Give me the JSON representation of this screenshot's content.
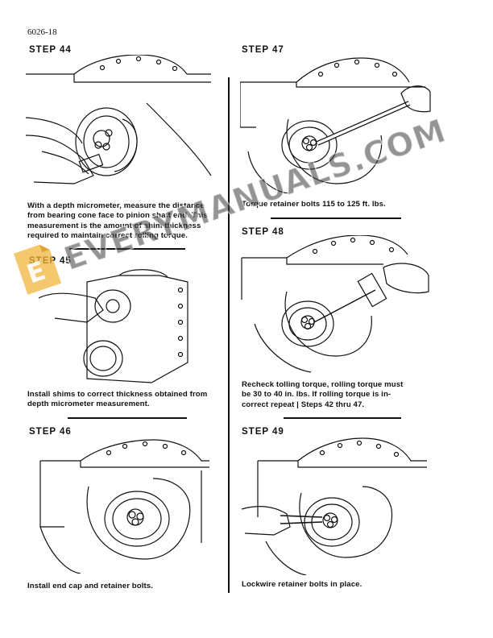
{
  "page_number": "6026-18",
  "steps": [
    {
      "title": "STEP 44",
      "caption": [
        "With a depth micrometer, measure the distance",
        "from bearing cone face to pinion shaft end. This",
        "measurement is the amount of shim thickness",
        "required to maintain correct rolling torque."
      ]
    },
    {
      "title": "STEP 45",
      "caption": [
        "Install shims to correct thickness obtained from",
        "depth micrometer measurement."
      ]
    },
    {
      "title": "STEP 46",
      "caption": [
        "Install end cap and retainer bolts."
      ]
    },
    {
      "title": "STEP 47",
      "caption": [
        "Torque retainer bolts 115 to 125 ft. lbs."
      ]
    },
    {
      "title": "STEP 48",
      "caption": [
        "Recheck tolling torque, rolling torque must",
        "be 30 to 40 in. lbs. If rolling torque is in-",
        "correct repeat | Steps 42 thru 47."
      ]
    },
    {
      "title": "STEP 49",
      "caption": [
        "Lockwire retainer bolts in place."
      ]
    }
  ],
  "watermark": {
    "text": "EVERYMANUALS.COM",
    "logo_letter": "E"
  }
}
